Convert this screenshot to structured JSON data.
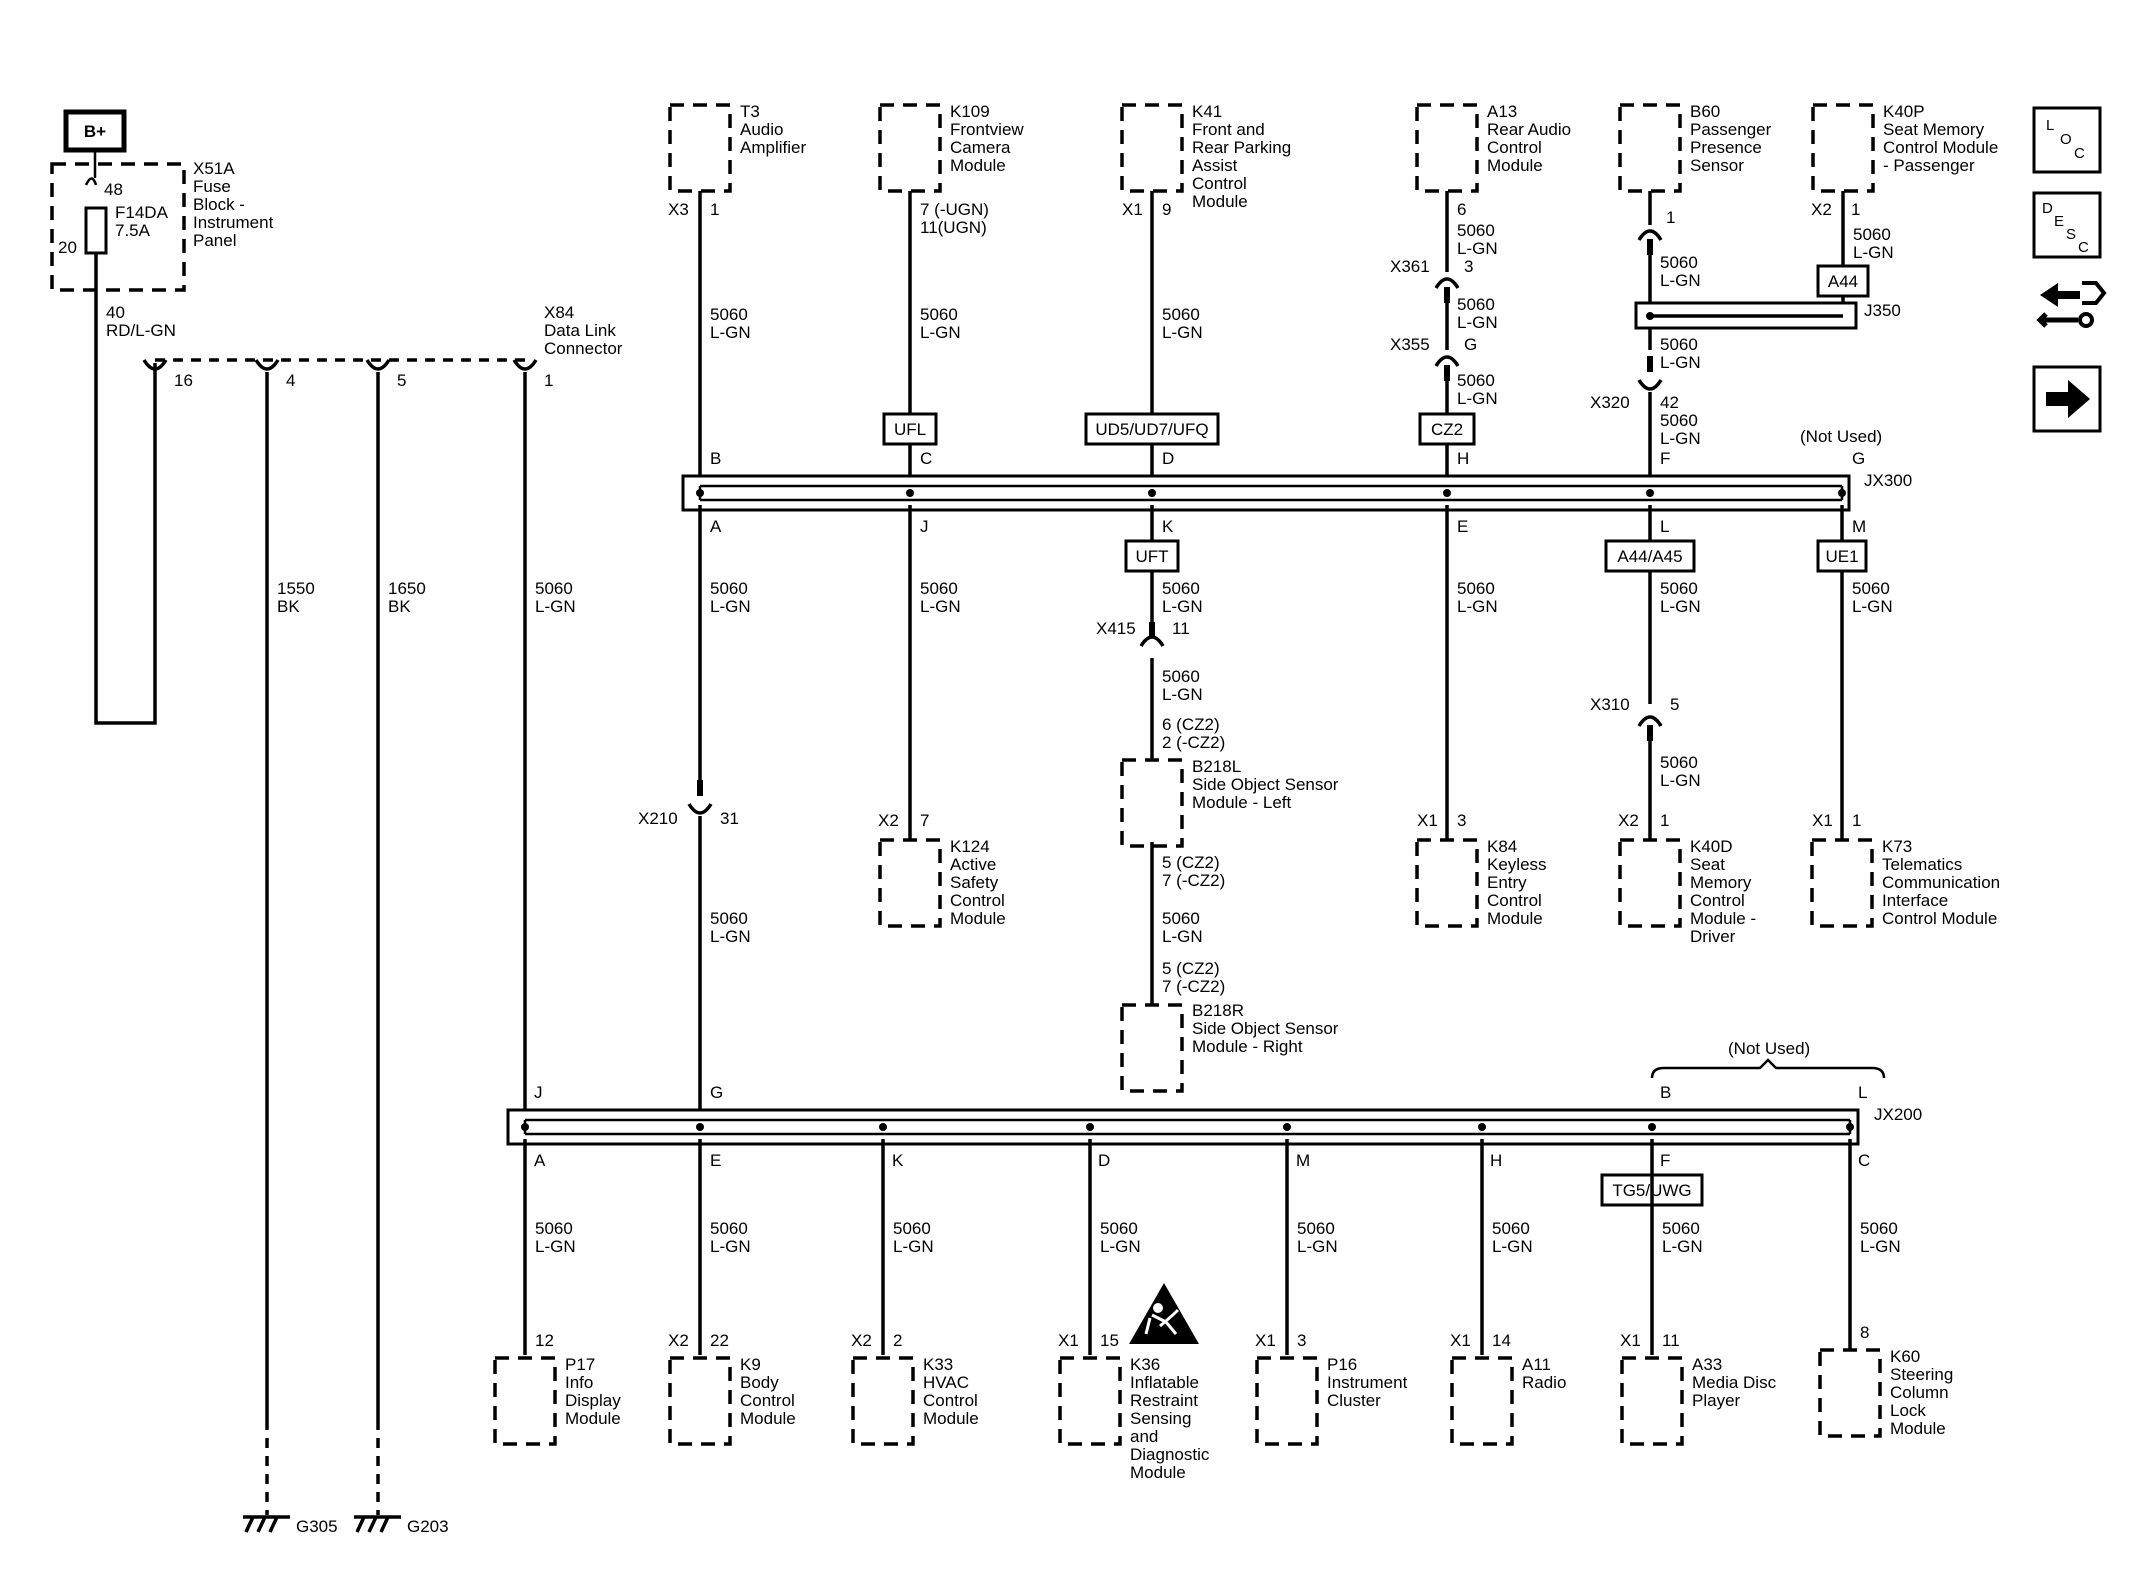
{
  "battery": "B+",
  "fuse_block": {
    "ref": "X51A",
    "name": [
      "Fuse",
      "Block -",
      "Instrument",
      "Panel"
    ],
    "pin_in": "48",
    "pin_side": "20",
    "fuse": "F14DA",
    "rating": "7.5A",
    "pin_out": "40",
    "wire_color": "RD/L-GN"
  },
  "dlc": {
    "ref": "X84",
    "name": [
      "Data Link",
      "Connector"
    ],
    "pins": [
      "16",
      "4",
      "5",
      "1"
    ]
  },
  "grounds": [
    {
      "circuit": "1550",
      "color": "BK",
      "ground": "G305"
    },
    {
      "circuit": "1650",
      "color": "BK",
      "ground": "G203"
    }
  ],
  "dlc_wire": {
    "circuit": "5060",
    "color": "L-GN"
  },
  "upper_modules": [
    {
      "ref": "T3",
      "name": [
        "Audio",
        "Amplifier"
      ],
      "connector": "X3",
      "pin": "1"
    },
    {
      "ref": "K109",
      "name": [
        "Frontview",
        "Camera",
        "Module"
      ],
      "pin_lines": [
        "7 (-UGN)",
        "11(UGN)"
      ]
    },
    {
      "ref": "K41",
      "name": [
        "Front and",
        "Rear Parking",
        "Assist",
        "Control",
        "Module"
      ],
      "connector": "X1",
      "pin": "9"
    },
    {
      "ref": "A13",
      "name": [
        "Rear Audio",
        "Control",
        "Module"
      ],
      "pin": "6"
    },
    {
      "ref": "B60",
      "name": [
        "Passenger",
        "Presence",
        "Sensor"
      ],
      "pin": "1"
    },
    {
      "ref": "K40P",
      "name": [
        "Seat Memory",
        "Control Module",
        "- Passenger"
      ],
      "connector": "X2",
      "pin": "1"
    }
  ],
  "inline_connectors": {
    "x361": {
      "ref": "X361",
      "pin": "3"
    },
    "x355": {
      "ref": "X355",
      "pin": "G"
    },
    "x320": {
      "ref": "X320",
      "pin": "42"
    },
    "x415": {
      "ref": "X415",
      "pin": "11"
    },
    "x310": {
      "ref": "X310",
      "pin": "5"
    },
    "x210": {
      "ref": "X210",
      "pin": "31"
    }
  },
  "splice_j350": "J350",
  "options": {
    "a44": "A44",
    "ufl": "UFL",
    "ud5": "UD5/UD7/UFQ",
    "cz2": "CZ2",
    "uft": "UFT",
    "a44a45": "A44/A45",
    "ue1": "UE1",
    "tg5": "TG5/UWG"
  },
  "jx300": {
    "ref": "JX300",
    "not_used": "(Not Used)",
    "top_pins": [
      "B",
      "C",
      "D",
      "H",
      "F",
      "G"
    ],
    "bottom_pins": [
      "A",
      "J",
      "K",
      "E",
      "L",
      "M"
    ]
  },
  "mid_modules": [
    {
      "ref": "K124",
      "name": [
        "Active",
        "Safety",
        "Control",
        "Module"
      ],
      "connector": "X2",
      "pin": "7"
    },
    {
      "ref": "B218L",
      "name": [
        "Side Object Sensor",
        "Module - Left"
      ],
      "pins_top": [
        "6 (CZ2)",
        "2 (-CZ2)"
      ],
      "pins_bottom": [
        "5 (CZ2)",
        "7 (-CZ2)"
      ]
    },
    {
      "ref": "B218R",
      "name": [
        "Side Object Sensor",
        "Module - Right"
      ],
      "pins_top": [
        "5 (CZ2)",
        "7 (-CZ2)"
      ]
    },
    {
      "ref": "K84",
      "name": [
        "Keyless",
        "Entry",
        "Control",
        "Module"
      ],
      "connector": "X1",
      "pin": "3"
    },
    {
      "ref": "K40D",
      "name": [
        "Seat",
        "Memory",
        "Control",
        "Module -",
        "Driver"
      ],
      "connector": "X2",
      "pin": "1"
    },
    {
      "ref": "K73",
      "name": [
        "Telematics",
        "Communication",
        "Interface",
        "Control Module"
      ],
      "connector": "X1",
      "pin": "1"
    }
  ],
  "jx200": {
    "ref": "JX200",
    "not_used": "(Not Used)",
    "top_pins": [
      "J",
      "G",
      "B",
      "L"
    ],
    "bottom_pins": [
      "A",
      "E",
      "K",
      "D",
      "M",
      "H",
      "F",
      "C"
    ]
  },
  "lower_modules": [
    {
      "ref": "P17",
      "name": [
        "Info",
        "Display",
        "Module"
      ],
      "pin": "12"
    },
    {
      "ref": "K9",
      "name": [
        "Body",
        "Control",
        "Module"
      ],
      "connector": "X2",
      "pin": "22"
    },
    {
      "ref": "K33",
      "name": [
        "HVAC",
        "Control",
        "Module"
      ],
      "connector": "X2",
      "pin": "2"
    },
    {
      "ref": "K36",
      "name": [
        "Inflatable",
        "Restraint",
        "Sensing",
        "and",
        "Diagnostic",
        "Module"
      ],
      "connector": "X1",
      "pin": "15"
    },
    {
      "ref": "P16",
      "name": [
        "Instrument",
        "Cluster"
      ],
      "connector": "X1",
      "pin": "3"
    },
    {
      "ref": "A11",
      "name": [
        "Radio"
      ],
      "connector": "X1",
      "pin": "14"
    },
    {
      "ref": "A33",
      "name": [
        "Media Disc",
        "Player"
      ],
      "connector": "X1",
      "pin": "11"
    },
    {
      "ref": "K60",
      "name": [
        "Steering",
        "Column",
        "Lock",
        "Module"
      ],
      "pin": "8"
    }
  ],
  "nav": {
    "loc": [
      "L",
      "O",
      "C"
    ],
    "desc": [
      "D",
      "E",
      "S",
      "C"
    ]
  },
  "nav_icons": [
    "loc-icon",
    "desc-icon",
    "connector-swap-icon",
    "next-arrow-icon"
  ]
}
